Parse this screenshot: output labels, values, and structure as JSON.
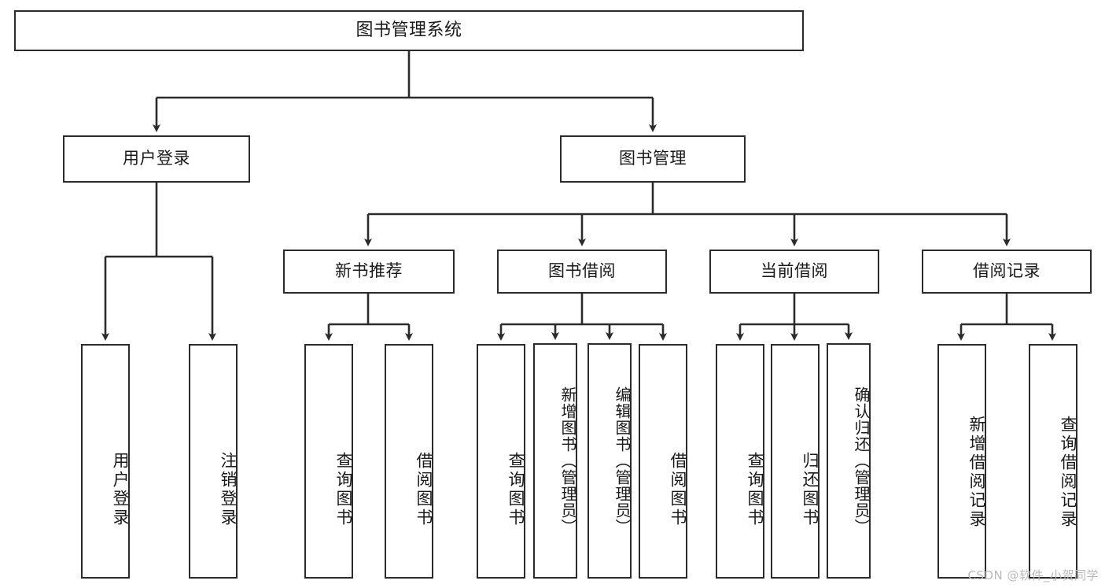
{
  "diagram": {
    "type": "tree",
    "title": "图书管理系统",
    "watermark": "CSDN @软件_小贺同学",
    "root": {
      "label": "图书管理系统"
    },
    "level2": [
      {
        "label": "用户登录"
      },
      {
        "label": "图书管理"
      }
    ],
    "level3": [
      {
        "label": "新书推荐"
      },
      {
        "label": "图书借阅"
      },
      {
        "label": "当前借阅"
      },
      {
        "label": "借阅记录"
      }
    ],
    "leaves": {
      "user_login": [
        {
          "label": "用户登录"
        },
        {
          "label": "注销登录"
        }
      ],
      "new_book_recommend": [
        {
          "label": "查询图书"
        },
        {
          "label": "借阅图书"
        }
      ],
      "book_borrow": [
        {
          "label": "查询图书"
        },
        {
          "label": "新增图书（管理员）"
        },
        {
          "label": "编辑图书（管理员）"
        },
        {
          "label": "借阅图书"
        }
      ],
      "current_borrow": [
        {
          "label": "查询图书"
        },
        {
          "label": "归还图书"
        },
        {
          "label": "确认归还（管理员）"
        }
      ],
      "borrow_record": [
        {
          "label": "新增借阅记录"
        },
        {
          "label": "查询借阅记录"
        }
      ]
    },
    "colors": {
      "stroke": "#2b2b2b",
      "fill": "#ffffff",
      "text": "#1a1a1a",
      "watermark": "#b9b9b9"
    }
  }
}
